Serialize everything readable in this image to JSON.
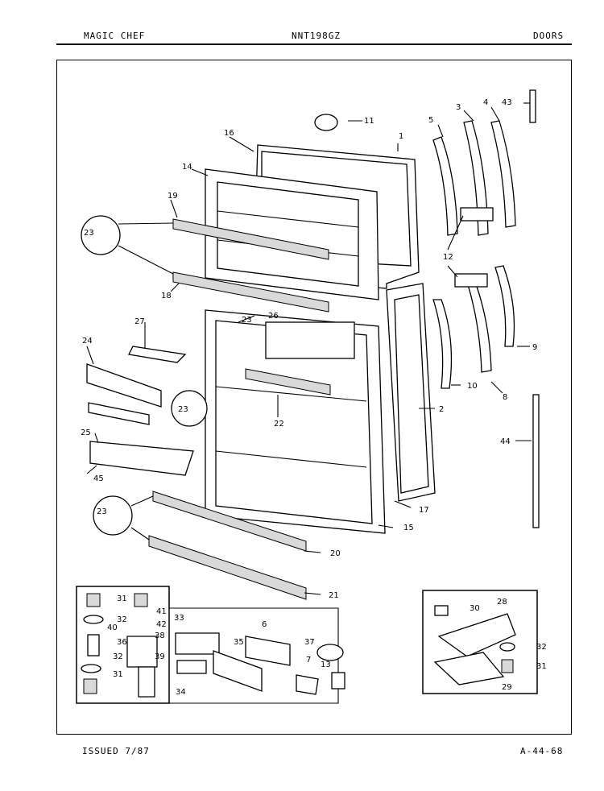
{
  "header": {
    "brand": "MAGIC CHEF",
    "model": "NNT198GZ",
    "section": "DOORS"
  },
  "footer": {
    "issued": "ISSUED 7/87",
    "code": "A-44-68"
  },
  "callouts": [
    "1",
    "2",
    "3",
    "4",
    "5",
    "6",
    "7",
    "8",
    "9",
    "10",
    "11",
    "12",
    "13",
    "14",
    "15",
    "16",
    "17",
    "18",
    "19",
    "20",
    "21",
    "22",
    "23",
    "23",
    "23",
    "23",
    "24",
    "25",
    "26",
    "27",
    "28",
    "29",
    "30",
    "31",
    "31",
    "31",
    "32",
    "32",
    "32",
    "33",
    "34",
    "35",
    "36",
    "37",
    "38",
    "39",
    "40",
    "41",
    "42",
    "43",
    "44",
    "45"
  ]
}
